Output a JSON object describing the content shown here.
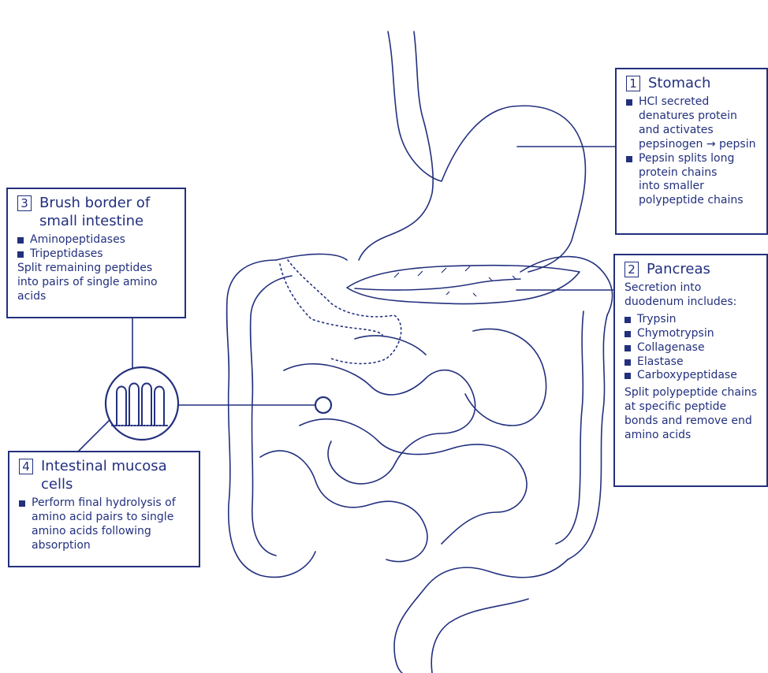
{
  "colors": {
    "ink": "#23307e",
    "background": "#ffffff"
  },
  "callouts": {
    "stomach": {
      "number": "1",
      "title": "Stomach",
      "items": [
        "HCl secreted\ndenatures protein\nand activates\npepsinogen → pepsin",
        "Pepsin splits long\nprotein chains\ninto smaller\npolypeptide chains"
      ]
    },
    "pancreas": {
      "number": "2",
      "title": "Pancreas",
      "intro": "Secretion into duodenum includes:",
      "items": [
        "Trypsin",
        "Chymotrypsin",
        "Collagenase",
        "Elastase",
        "Carboxypeptidase"
      ],
      "outro": "Split polypeptide chains at specific peptide bonds and remove end amino acids"
    },
    "brush": {
      "number": "3",
      "title": "Brush border of small intestine",
      "items": [
        "Aminopeptidases",
        "Tripeptidases"
      ],
      "outro": "Split remaining peptides into pairs of single amino acids"
    },
    "mucosa": {
      "number": "4",
      "title": "Intestinal mucosa cells",
      "items": [
        "Perform final hydrolysis of amino acid pairs to single amino acids following absorption"
      ]
    }
  }
}
